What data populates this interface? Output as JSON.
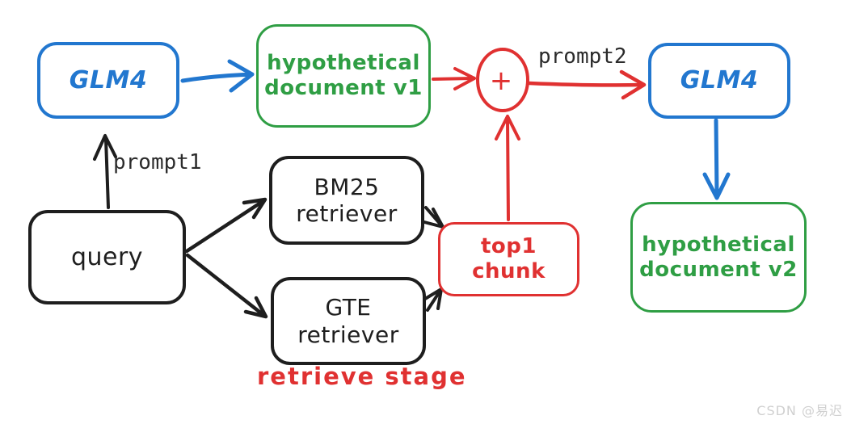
{
  "diagram": {
    "nodes": {
      "glm4_left": {
        "label": "GLM4"
      },
      "hypo_doc_v1": {
        "line1": "hypothetical",
        "line2": "document v1"
      },
      "combiner": {
        "symbol": "+"
      },
      "glm4_right": {
        "label": "GLM4"
      },
      "hypo_doc_v2": {
        "line1": "hypothetical",
        "line2": "document v2"
      },
      "query": {
        "label": "query"
      },
      "bm25": {
        "line1": "BM25",
        "line2": "retriever"
      },
      "gte": {
        "line1": "GTE",
        "line2": "retriever"
      },
      "top1_chunk": {
        "line1": "top1",
        "line2": "chunk"
      }
    },
    "labels": {
      "prompt1": "prompt1",
      "prompt2": "prompt2",
      "retrieve_stage": "retrieve stage"
    },
    "watermark": "CSDN @易迟",
    "colors": {
      "blue": "#2277cf",
      "green": "#2f9e44",
      "red": "#e03131",
      "black": "#1e1e1e",
      "label": "#2b2b2b",
      "watermark": "#d0d0d0"
    }
  }
}
